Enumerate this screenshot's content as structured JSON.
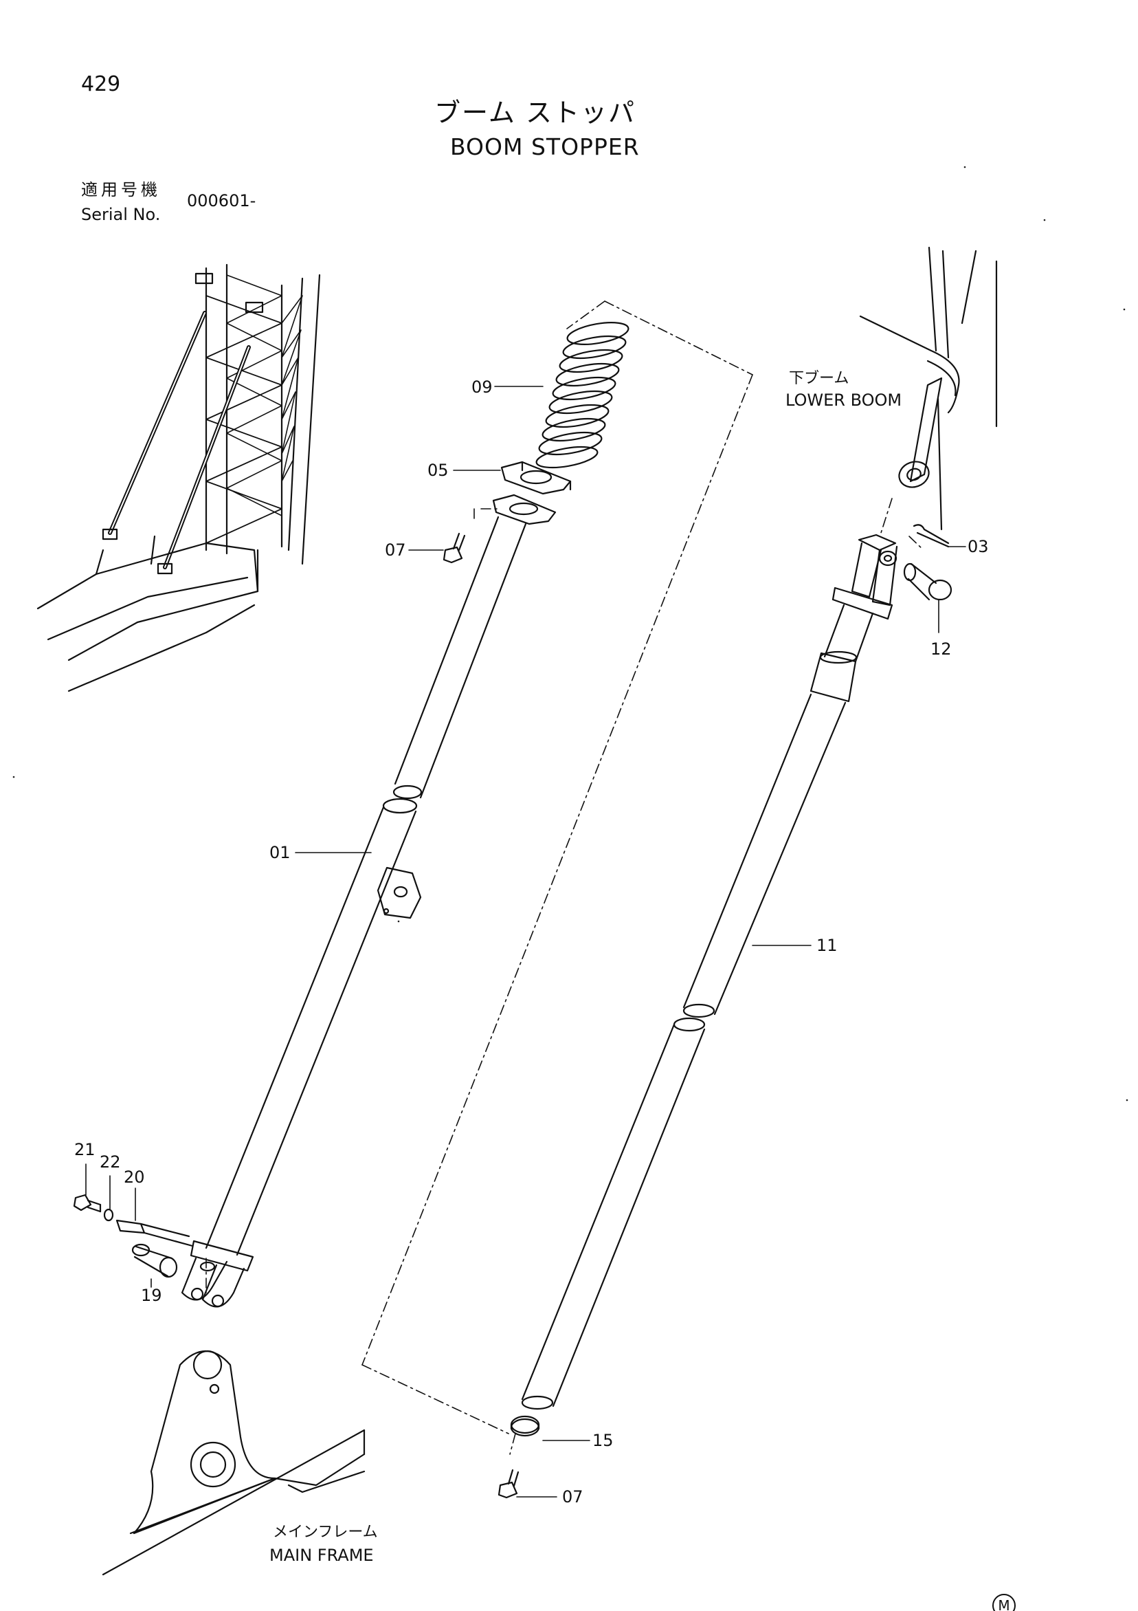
{
  "page_number": "429",
  "title_jp": "ブーム ストッパ",
  "title_en": "BOOM STOPPER",
  "serial": {
    "label_jp": "適用号機",
    "label_en": "Serial No.",
    "value": "000601-"
  },
  "annotations": {
    "lower_boom_jp": "下ブーム",
    "lower_boom_en": "LOWER BOOM",
    "main_frame_jp": "メインフレーム",
    "main_frame_en": "MAIN FRAME"
  },
  "parts": {
    "p01": "01",
    "p03": "03",
    "p05": "05",
    "p07a": "07",
    "p07b": "07",
    "p09": "09",
    "p11": "11",
    "p12": "12",
    "p15": "15",
    "p19": "19",
    "p20": "20",
    "p21": "21",
    "p22": "22"
  },
  "mark": "M"
}
